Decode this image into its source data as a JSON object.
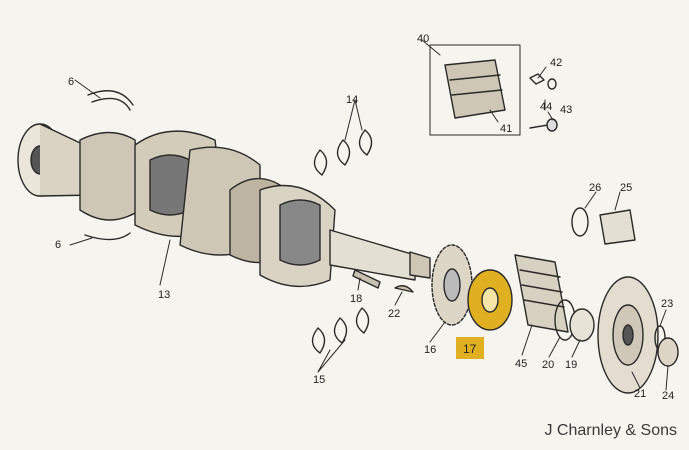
{
  "labels": {
    "l40": "40",
    "l42": "42",
    "l44": "44",
    "l43": "43",
    "l41": "41",
    "l6a": "6",
    "l6b": "6",
    "l14": "14",
    "l13": "13",
    "l26": "26",
    "l25": "25",
    "l18": "18",
    "l22": "22",
    "l16": "16",
    "l17": "17",
    "l45": "45",
    "l20": "20",
    "l19": "19",
    "l21": "21",
    "l23": "23",
    "l24": "24",
    "l15": "15"
  },
  "highlight": {
    "part": "17",
    "color": "#e0b020"
  },
  "watermark": "J Charnley & Sons"
}
